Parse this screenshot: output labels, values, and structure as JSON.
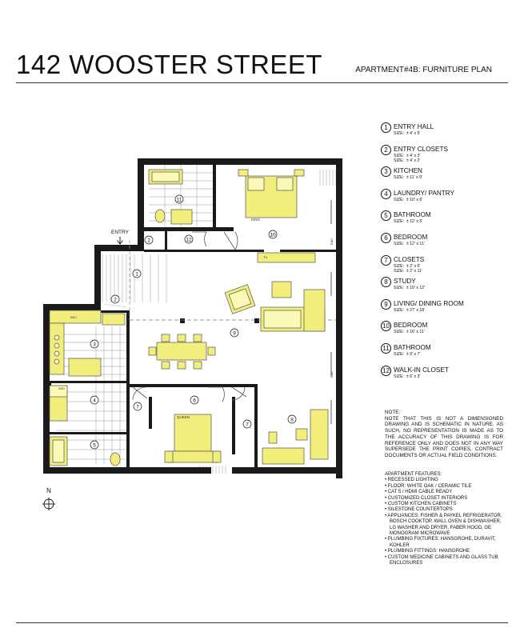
{
  "header": {
    "title": "142  WOOSTER STREET",
    "subtitle": "APARTMENT#4B: FURNITURE PLAN"
  },
  "plan": {
    "entry_label": "ENTRY",
    "north_label": "N",
    "room_tags": [
      "1",
      "2",
      "2",
      "3",
      "4",
      "5",
      "6",
      "7",
      "7",
      "8",
      "9",
      "10",
      "11",
      "12"
    ],
    "small_labels": {
      "king": "KING",
      "queen": "QUEEN",
      "tv": "TV",
      "bkc": "BKC",
      "wd": "W/D",
      "rad": "RAD"
    }
  },
  "legend": [
    {
      "num": "1",
      "name": "ENTRY HALL",
      "size": "SIZE:  ± 4' x 5'"
    },
    {
      "num": "2",
      "name": "ENTRY CLOSETS",
      "size": "SIZE:  ± 4' x 3'\nSIZE:  ± 4' x 2'"
    },
    {
      "num": "3",
      "name": "KITCHEN",
      "size": "SIZE:  ± 11' x 9'"
    },
    {
      "num": "4",
      "name": "LAUNDRY/ PANTRY",
      "size": "SIZE:  ± 10' x 6'"
    },
    {
      "num": "5",
      "name": "BATHROOM",
      "size": "SIZE:  ± 12' x 5'"
    },
    {
      "num": "6",
      "name": "BEDROOM",
      "size": "SIZE:  ± 12' x 11'"
    },
    {
      "num": "7",
      "name": "CLOSETS",
      "size": "SIZE:  ± 2' x 6'\nSIZE:  ± 2' x 11'"
    },
    {
      "num": "8",
      "name": "STUDY",
      "size": "SIZE:  ± 10' x 12'"
    },
    {
      "num": "9",
      "name": "LIVING/ DINING ROOM",
      "size": "SIZE:  ± 27' x 18'"
    },
    {
      "num": "10",
      "name": "BEDROOM",
      "size": "SIZE:  ± 16' x 11'"
    },
    {
      "num": "11",
      "name": "BATHROOM",
      "size": "SIZE:  ± 9' x 7'"
    },
    {
      "num": "12",
      "name": "WALK-IN CLOSET",
      "size": "SIZE:  ± 6' x 3'"
    }
  ],
  "note": {
    "title": "NOTE:",
    "body": "NOTE THAT THIS IS NOT A DIMENSIONED DRAWING AND IS SCHEMATIC IN NATURE. AS SUCH, NO REPRESENTATION IS MADE AS TO THE ACCURACY OF THIS DRAWING IS FOR REFERENCE ONLY AND DOES NOT IN ANY WAY SUPERSEDE THE PRINT COPIES, CONTRACT DOCUMENTS OR ACTUAL FIELD CONDITIONS."
  },
  "features": {
    "title": "APARTMENT FEATURES:",
    "items": [
      "• RECESSED LIGHTING",
      "• FLOOR: WHITE OAK / CERAMIC TILE",
      "• CAT 5 / HDMI CABLE READY",
      "• CUSTOMIZED CLOSET INTERIORS",
      "• CUSTOM KITCHEN CABINETS",
      "• SILESTONE COUNTERTOPS",
      "• APPLIANCES: FISHER & PAYKEL REFRIGERATOR, BOSCH COOKTOP, WALL OVEN & DISHWASHER, LG WASHER AND DRYER, FABER HOOD, GE MONOGRAM MICROWAVE",
      "• PLUMBING FIXTURES: HANSGROHE, DURAVIT, KOHLER",
      "• PLUMBING FITTINGS: HANSGROHE",
      "• CUSTOM MEDICINE CABINETS AND GLASS TUB ENCLOSURES"
    ]
  },
  "colors": {
    "furniture": "#f2ee7c",
    "wall": "#1a1a1a",
    "line": "#555555"
  }
}
